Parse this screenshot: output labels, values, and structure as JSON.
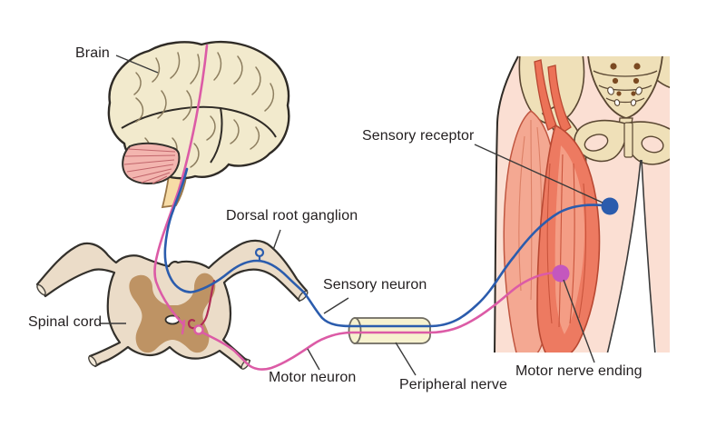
{
  "figure": {
    "labels": {
      "brain": "Brain",
      "dorsal_root_ganglion": "Dorsal root ganglion",
      "sensory_receptor": "Sensory receptor",
      "spinal_cord": "Spinal cord",
      "sensory_neuron": "Sensory neuron",
      "motor_neuron": "Motor neuron",
      "peripheral_nerve": "Peripheral nerve",
      "motor_nerve_ending": "Motor nerve ending"
    },
    "colors": {
      "sensory_pathway_blue": "#2B5CAD",
      "motor_pathway_pink": "#DC5BA6",
      "reflex_branch_red": "#AF2C55",
      "motor_ending_dot": "#C457BE",
      "sensory_receptor_dot": "#2B5CAD",
      "brain_fill": "#F2EACD",
      "cerebellum_fill": "#F3B5AF",
      "brainstem_fill": "#F7DCA6",
      "spinal_cord_fill": "#EBDCC8",
      "gray_matter_fill": "#BE9364",
      "nerve_sheath_fill": "#F7F2CF",
      "skin_fill": "#FBDFD3",
      "bone_fill": "#EFE0B8",
      "muscle_front_fill": "#ED7A61",
      "muscle_rear_fill": "#F4A892",
      "label_text": "#231F20"
    }
  }
}
